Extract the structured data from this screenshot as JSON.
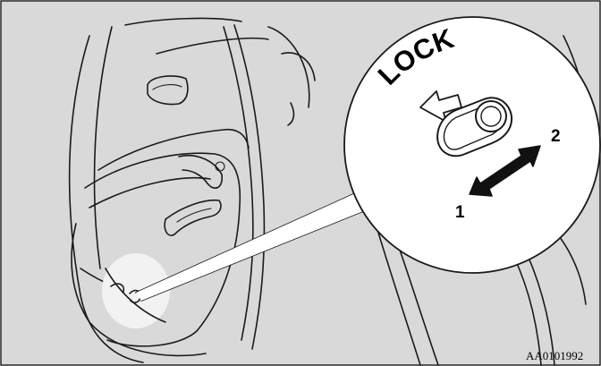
{
  "illustration": {
    "background_color": "#d9d9d9",
    "zoom_circle_color": "#ffffff",
    "line_color": "#1a1a1a",
    "highlight_color": "#f2f2f2"
  },
  "callout": {
    "lock_label": "LOCK",
    "direction_1_label": "1",
    "direction_2_label": "2",
    "lock_arrow_icon": "hollow-arrow-left-icon",
    "double_arrow_icon": "double-headed-arrow-icon",
    "knob_icon": "slide-lock-knob-icon"
  },
  "reference_code": "AA0101992"
}
